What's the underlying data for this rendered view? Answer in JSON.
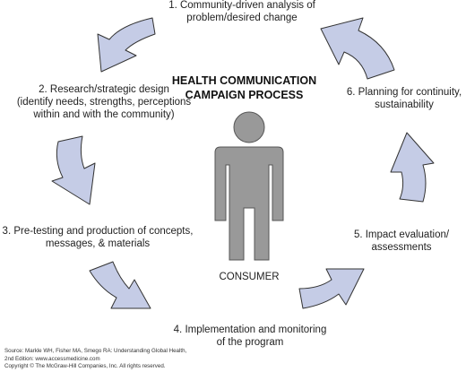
{
  "title_lines": [
    "HEALTH COMMUNICATION",
    "CAMPAIGN PROCESS"
  ],
  "center_label": "CONSUMER",
  "steps": [
    {
      "lines": [
        "1. Community-driven analysis of",
        "problem/desired change"
      ]
    },
    {
      "lines": [
        "2. Research/strategic design",
        "(identify needs, strengths, perceptions",
        "within and with the community)"
      ]
    },
    {
      "lines": [
        "3. Pre-testing and production of concepts,",
        "messages, & materials"
      ]
    },
    {
      "lines": [
        "4. Implementation and monitoring",
        "of the program"
      ]
    },
    {
      "lines": [
        "5. Impact evaluation/",
        "assessments"
      ]
    },
    {
      "lines": [
        "6. Planning for continuity,",
        "sustainability"
      ]
    }
  ],
  "source": {
    "line1": "Source: Markle WH, Fisher MA, Smego RA: Understanding Global Health,",
    "line2": "2nd Edition: www.accessmedicine.com",
    "line3": "Copyright © The McGraw-Hill Companies, Inc. All rights reserved."
  },
  "colors": {
    "arrow_fill": "#c5cce6",
    "arrow_stroke": "#333333",
    "figure_fill": "#999999",
    "figure_stroke": "#555555"
  }
}
